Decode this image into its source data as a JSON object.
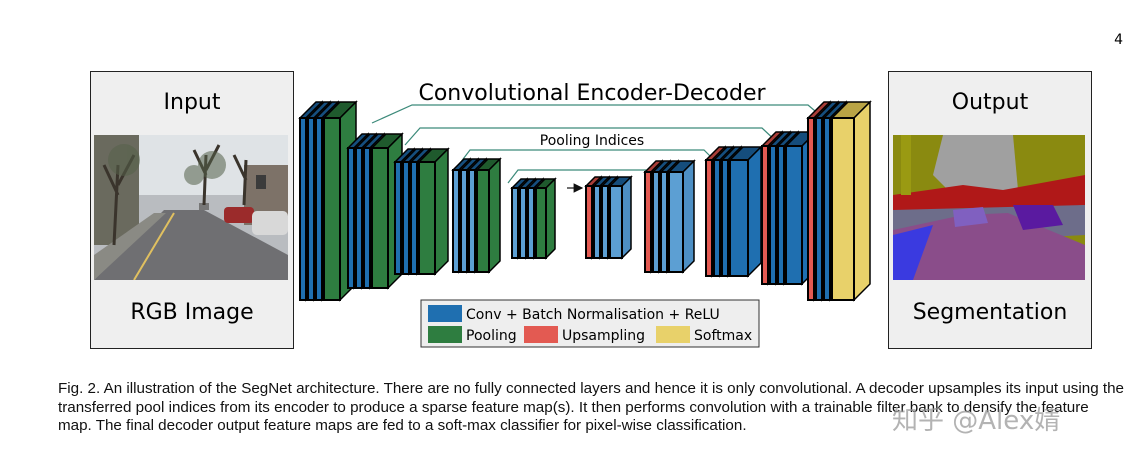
{
  "page_number": "4",
  "diagram": {
    "title": "Convolutional Encoder-Decoder",
    "pooling_label": "Pooling Indices",
    "input_title": "Input",
    "input_subtitle": "RGB Image",
    "output_title": "Output",
    "output_subtitle": "Segmentation",
    "legend": [
      {
        "label": "Conv + Batch Normalisation + ReLU",
        "color": "#1f6fb0"
      },
      {
        "label": "Pooling",
        "color": "#2e7d40"
      },
      {
        "label": "Upsampling",
        "color": "#e35a52"
      },
      {
        "label": "Softmax",
        "color": "#e8d16a"
      }
    ]
  },
  "caption": "Fig. 2. An illustration of the SegNet architecture. There are no fully connected layers and hence it is only convolutional. A decoder upsamples its input using the transferred pool indices from its encoder to produce a sparse feature map(s). It then performs convolution with a trainable filter bank to densify the feature map. The final decoder output feature maps are fed to a soft-max classifier for pixel-wise classification.",
  "watermark": "知乎 @Alex婧"
}
